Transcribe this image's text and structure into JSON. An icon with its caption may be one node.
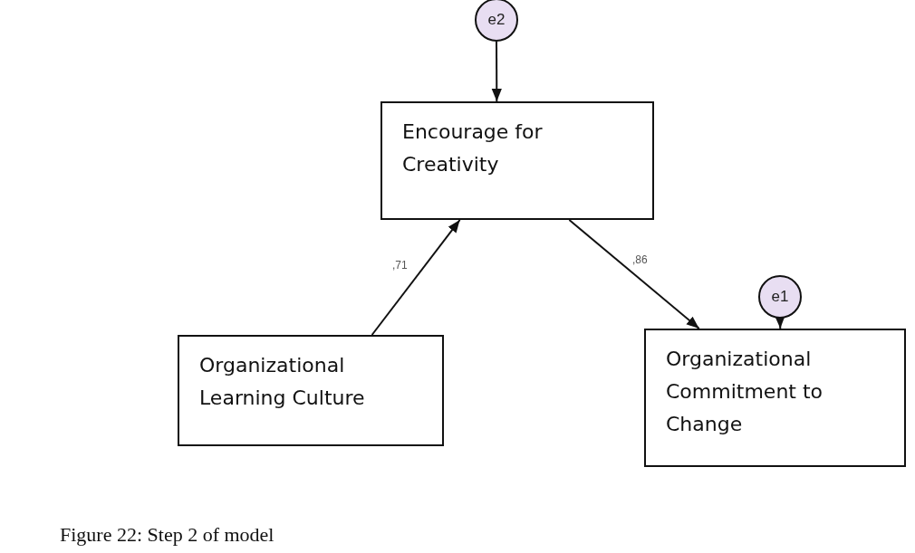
{
  "diagram": {
    "caption": "Figure 22: Step 2 of model",
    "nodes": [
      {
        "text": [
          "e2"
        ]
      },
      {
        "text": [
          "Encourage for Creativity"
        ]
      },
      {
        "text": [
          "e1"
        ]
      },
      {
        "text": [
          "Organizational Learning Culture"
        ]
      },
      {
        "text": [
          "Organizational Commitment to Change"
        ]
      }
    ],
    "edges": [
      {
        "from": 0,
        "to": 1,
        "arrow": "to"
      },
      {
        "from": 3,
        "to": 1,
        "label": ",71",
        "arrow": "to"
      },
      {
        "from": 1,
        "to": 4,
        "label": ",86",
        "arrow": "to"
      },
      {
        "from": 2,
        "to": 4,
        "arrow": "to"
      }
    ]
  }
}
